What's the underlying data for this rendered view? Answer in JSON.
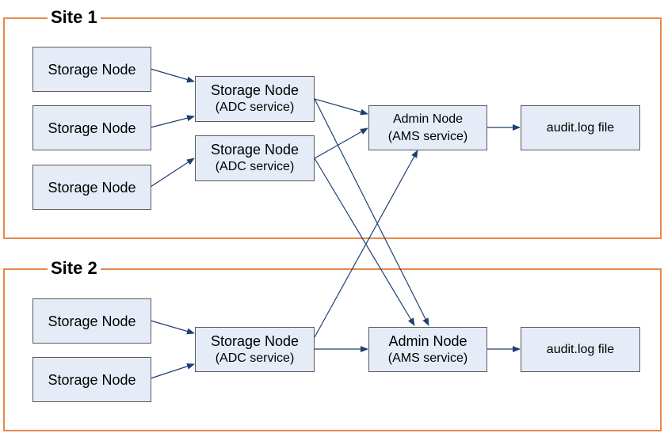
{
  "colors": {
    "site_border": "#e8884a",
    "node_fill": "#e6ecf7",
    "node_border": "#5a5a5a",
    "arrow": "#1f3f73"
  },
  "site1": {
    "label": "Site 1",
    "storage_nodes": [
      "Storage Node",
      "Storage Node",
      "Storage Node"
    ],
    "adc_nodes": [
      {
        "title": "Storage Node",
        "service": "(ADC service)"
      },
      {
        "title": "Storage Node",
        "service": "(ADC service)"
      }
    ],
    "admin_node": {
      "title": "Admin Node",
      "service": "(AMS service)"
    },
    "audit_file": "audit.log file"
  },
  "site2": {
    "label": "Site 2",
    "storage_nodes": [
      "Storage Node",
      "Storage Node"
    ],
    "adc_node": {
      "title": "Storage Node",
      "service": "(ADC service)"
    },
    "admin_node": {
      "title": "Admin Node",
      "service": "(AMS service)"
    },
    "audit_file": "audit.log file"
  }
}
